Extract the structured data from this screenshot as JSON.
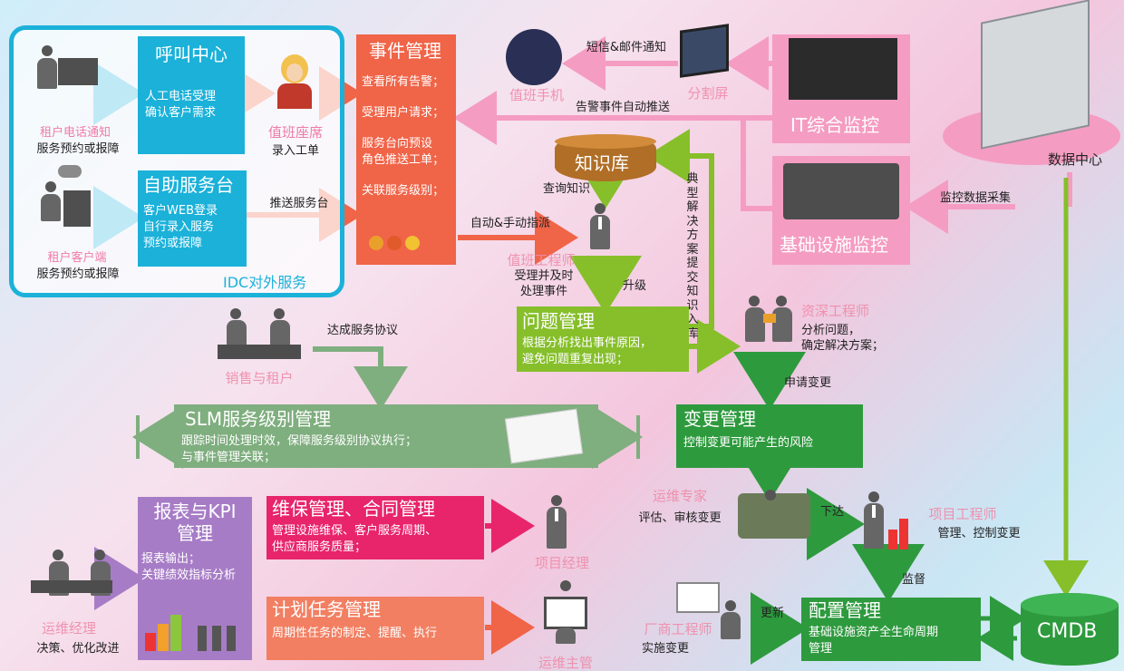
{
  "idc": {
    "frame_label": "IDC对外服务",
    "callcenter": {
      "title": "呼叫中心",
      "desc": "人工电话受理\n确认客户需求"
    },
    "selfservice": {
      "title": "自助服务台",
      "desc": "客户WEB登录\n自行录入服务\n预约或报障"
    },
    "tenant_phone": {
      "name": "租户电话通知",
      "sub": "服务预约或报障"
    },
    "tenant_client": {
      "name": "租户客户端",
      "sub": "服务预约或报障"
    },
    "duty_seat": {
      "name": "值班座席",
      "sub": "录入工单"
    },
    "push_label": "推送服务台"
  },
  "event": {
    "title": "事件管理",
    "items": [
      "查看所有告警；",
      "受理用户请求；",
      "服务台向预设\n角色推送工单；",
      "关联服务级别；"
    ]
  },
  "notify": {
    "sms_label": "短信&邮件通知",
    "duty_eng_faint": "值班手机",
    "split_screen": "分割屏",
    "alarm_push": "告警事件自动推送"
  },
  "it_monitor": {
    "title": "IT综合监控"
  },
  "infra_monitor": {
    "title": "基础设施监控"
  },
  "datacenter": {
    "label": "数据中心",
    "collect_label": "监控数据采集"
  },
  "knowledge": {
    "title": "知识库",
    "query": "查询知识",
    "submit": "典\n型\n解\n决\n方\n案\n提\n交\n知\n识\n入\n库"
  },
  "duty_engineer": {
    "name": "值班工程师",
    "desc": "受理并及时\n处理事件",
    "dispatch": "自动&手动指派",
    "upgrade": "升级"
  },
  "problem": {
    "title": "问题管理",
    "desc": "根据分析找出事件原因，\n避免问题重复出现；"
  },
  "senior": {
    "name": "资深工程师",
    "desc": "分析问题，\n确定解决方案；",
    "apply": "申请变更"
  },
  "sales": {
    "name": "销售与租户",
    "agreement": "达成服务协议"
  },
  "slm": {
    "title": "SLM服务级别管理",
    "desc": "跟踪时间处理时效，保障服务级别协议执行；\n与事件管理关联；"
  },
  "change": {
    "title": "变更管理",
    "desc": "控制变更可能产生的风险"
  },
  "ops_expert": {
    "name": "运维专家",
    "desc": "评估、审核变更",
    "issue": "下达"
  },
  "project_eng": {
    "name": "项目工程师",
    "desc": "管理、控制变更",
    "supervise": "监督"
  },
  "report": {
    "title": "报表与KPI\n管理",
    "desc": "报表输出；\n关键绩效指标分析"
  },
  "ops_manager": {
    "name": "运维经理",
    "desc": "决策、优化改进"
  },
  "maint": {
    "title": "维保管理、合同管理",
    "desc": "管理设施维保、客户服务周期、\n供应商服务质量；"
  },
  "project_mgr": {
    "name": "项目经理"
  },
  "plan": {
    "title": "计划任务管理",
    "desc": "周期性任务的制定、提醒、执行"
  },
  "ops_supervisor": {
    "name": "运维主管"
  },
  "vendor": {
    "name": "厂商工程师",
    "desc": "实施变更",
    "update": "更新"
  },
  "config": {
    "title": "配置管理",
    "desc": "基础设施资产全生命周期\n管理"
  },
  "cmdb": {
    "label": "CMDB"
  },
  "colors": {
    "cyan": "#1bb1d9",
    "orange": "#f06448",
    "pink": "#f59cc2",
    "green": "#86bf2a",
    "darkgreen": "#2e9a3e",
    "sage": "#7fae7f",
    "purple": "#a77cc6",
    "magenta": "#e8246a",
    "salmon": "#f27f62"
  }
}
